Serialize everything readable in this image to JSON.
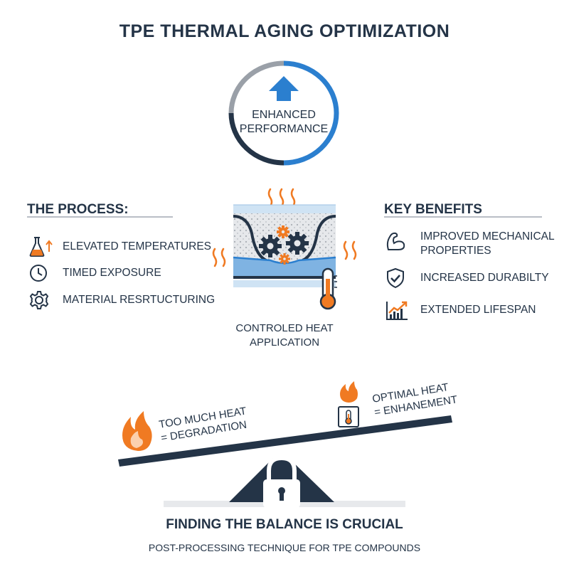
{
  "title": "TPE THERMAL AGING OPTIMIZATION",
  "performance": {
    "line1": "ENHANCED",
    "line2": "PERFORMANCE",
    "icon": "up-arrow-icon"
  },
  "process": {
    "heading": "THE PROCESS:",
    "items": [
      {
        "label": "ELEVATED TEMPERATURES",
        "icon": "flask-icon"
      },
      {
        "label": "TIMED EXPOSURE",
        "icon": "clock-icon"
      },
      {
        "label": "MATERIAL RESRTUCTURING",
        "icon": "gear-icon"
      }
    ]
  },
  "center": {
    "line1": "CONTROLED HEAT",
    "line2": "APPLICATION"
  },
  "benefits": {
    "heading": "KEY BENEFITS",
    "items": [
      {
        "label_line1": "IMPROVED MECHANICAL",
        "label_line2": "PROPERTIES",
        "icon": "flexed-arm-icon"
      },
      {
        "label": "INCREASED DURABILTY",
        "icon": "shield-check-icon"
      },
      {
        "label": "EXTENDED LIFESPAN",
        "icon": "growth-chart-icon"
      }
    ]
  },
  "balance": {
    "left_line1": "TOO MUCH HEAT",
    "left_line2": "= DEGRADATION",
    "right_line1": "OPTIMAL HEAT",
    "right_line2": "= ENHANEMENT"
  },
  "footer": {
    "title": "FINDING THE BALANCE IS CRUCIAL",
    "subtitle": "POST-PROCESSING TECHNIQUE FOR TPE COMPOUNDS"
  },
  "colors": {
    "navy": "#243447",
    "blue": "#2b7fcf",
    "orange": "#f07a22",
    "gray": "#9aa0a8"
  }
}
